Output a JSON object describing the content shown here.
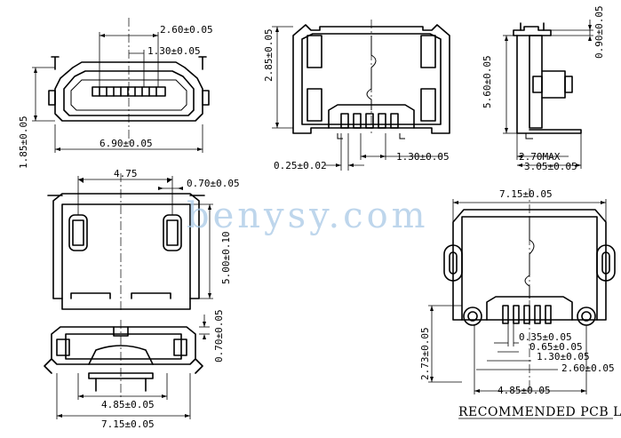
{
  "watermark": "benysy.com",
  "layout_title": "RECOMMENDED PCB LAYOUT",
  "front_view": {
    "dim_top": "2.60±0.05",
    "dim_mid": "1.30±0.05",
    "dim_width": "6.90±0.05",
    "dim_height": "1.85±0.05"
  },
  "bottom_view": {
    "dim_height": "2.85±0.05",
    "dim_pin_width": "0.25±0.02",
    "dim_pitch": "1.30±0.05"
  },
  "side_view": {
    "dim_top": "0.90±0.05",
    "dim_length": "5.60±0.05",
    "dim_max": "2.70MAX",
    "dim_base": "3.05±0.05"
  },
  "top_view": {
    "dim_pin_center": "4.75",
    "dim_pad": "0.70±0.05",
    "dim_length": "5.00±0.10"
  },
  "rear_view": {
    "dim_thickness": "0.70±0.05",
    "dim_inner": "4.85±0.05",
    "dim_outer": "7.15±0.05"
  },
  "pcb_layout": {
    "dim_width": "7.15±0.05",
    "dim_height": "2.73±0.05",
    "dim_pad_width": "0.35±0.05",
    "dim_pad_pitch": "0.65±0.05",
    "dim_pitch2": "1.30±0.05",
    "dim_span": "2.60±0.05",
    "dim_inner": "4.85±0.05"
  }
}
